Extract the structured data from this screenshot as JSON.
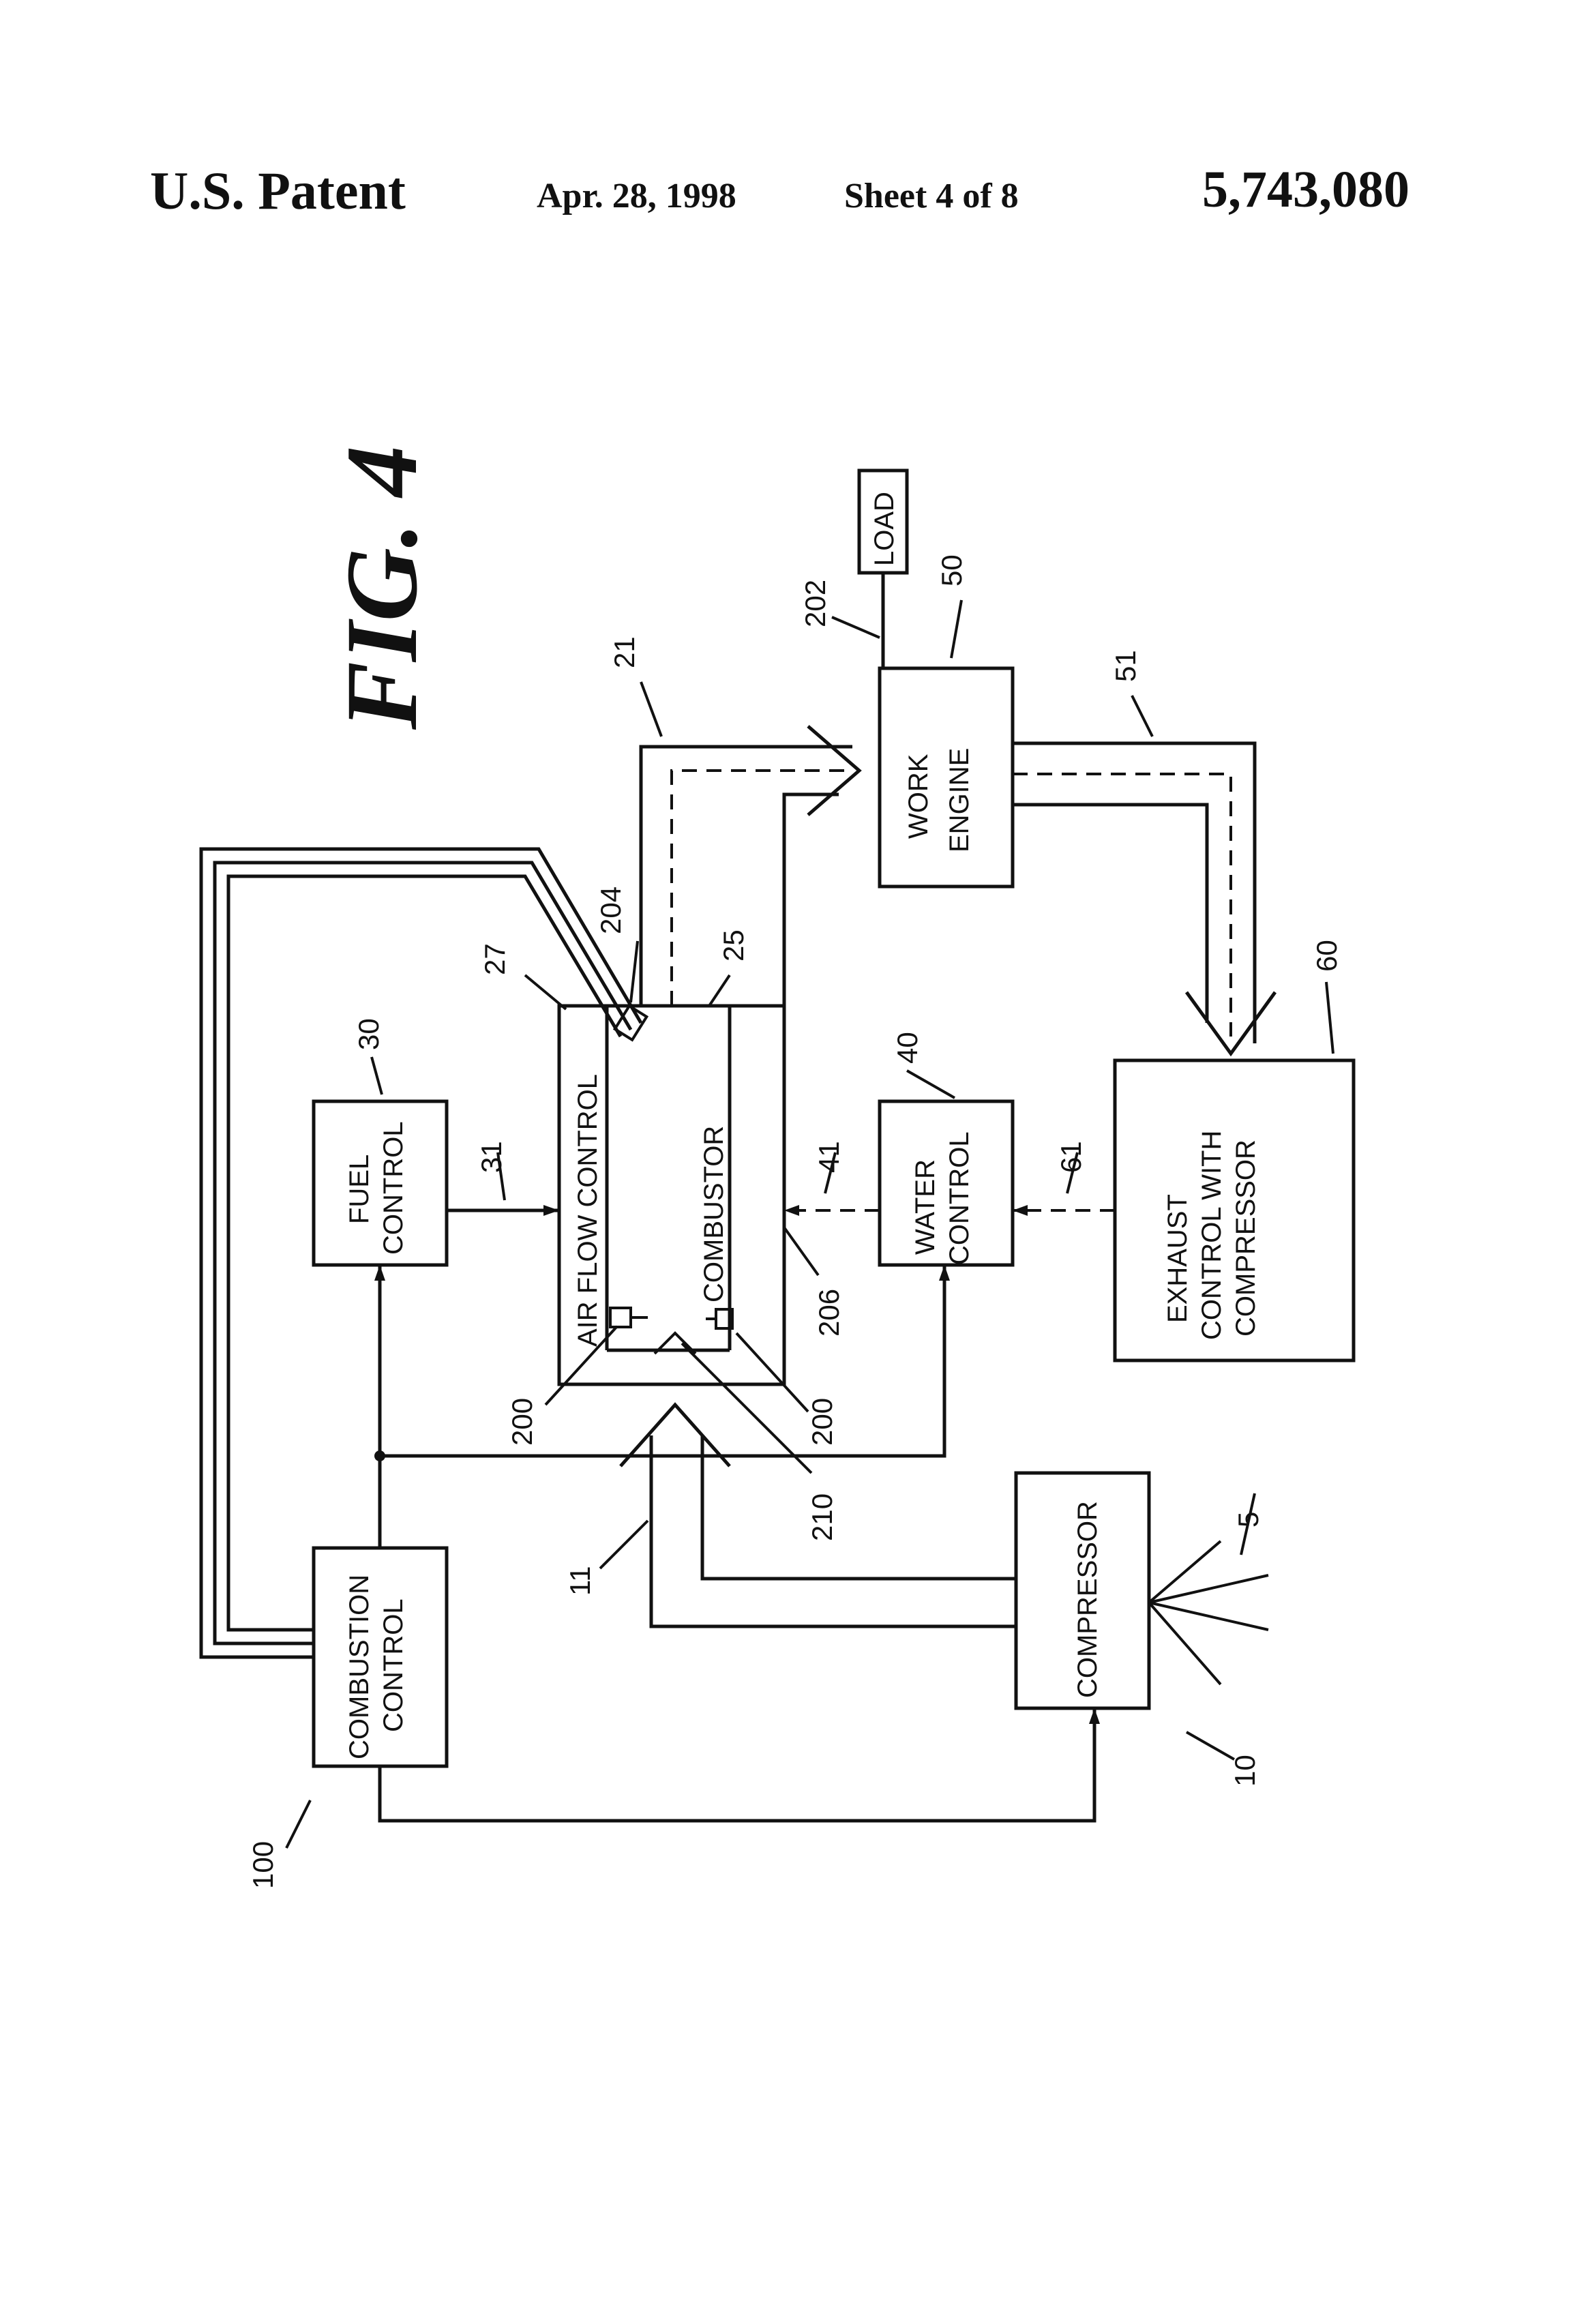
{
  "header": {
    "patent": "U.S. Patent",
    "date": "Apr. 28, 1998",
    "sheet": "Sheet 4 of 8",
    "number": "5,743,080"
  },
  "figure": {
    "label": "FIG. 4"
  },
  "blocks": {
    "combustion_control": [
      "COMBUSTION",
      "CONTROL"
    ],
    "fuel_control": [
      "FUEL",
      "CONTROL"
    ],
    "air_flow_control": "AIR FLOW CONTROL",
    "combustor": "COMBUSTOR",
    "water_control": [
      "WATER",
      "CONTROL"
    ],
    "compressor": "COMPRESSOR",
    "work_engine": [
      "WORK",
      "ENGINE"
    ],
    "exhaust_control": [
      "EXHAUST",
      "CONTROL WITH",
      "COMPRESSOR"
    ],
    "load": "LOAD"
  },
  "refs": {
    "r100": "100",
    "r10": "10",
    "r5": "5",
    "r11": "11",
    "r210": "210",
    "r200a": "200",
    "r200b": "200",
    "r206": "206",
    "r41": "41",
    "r40": "40",
    "r61": "61",
    "r60": "60",
    "r31": "31",
    "r30": "30",
    "r27": "27",
    "r204": "204",
    "r25": "25",
    "r21": "21",
    "r51": "51",
    "r50": "50",
    "r202": "202"
  }
}
